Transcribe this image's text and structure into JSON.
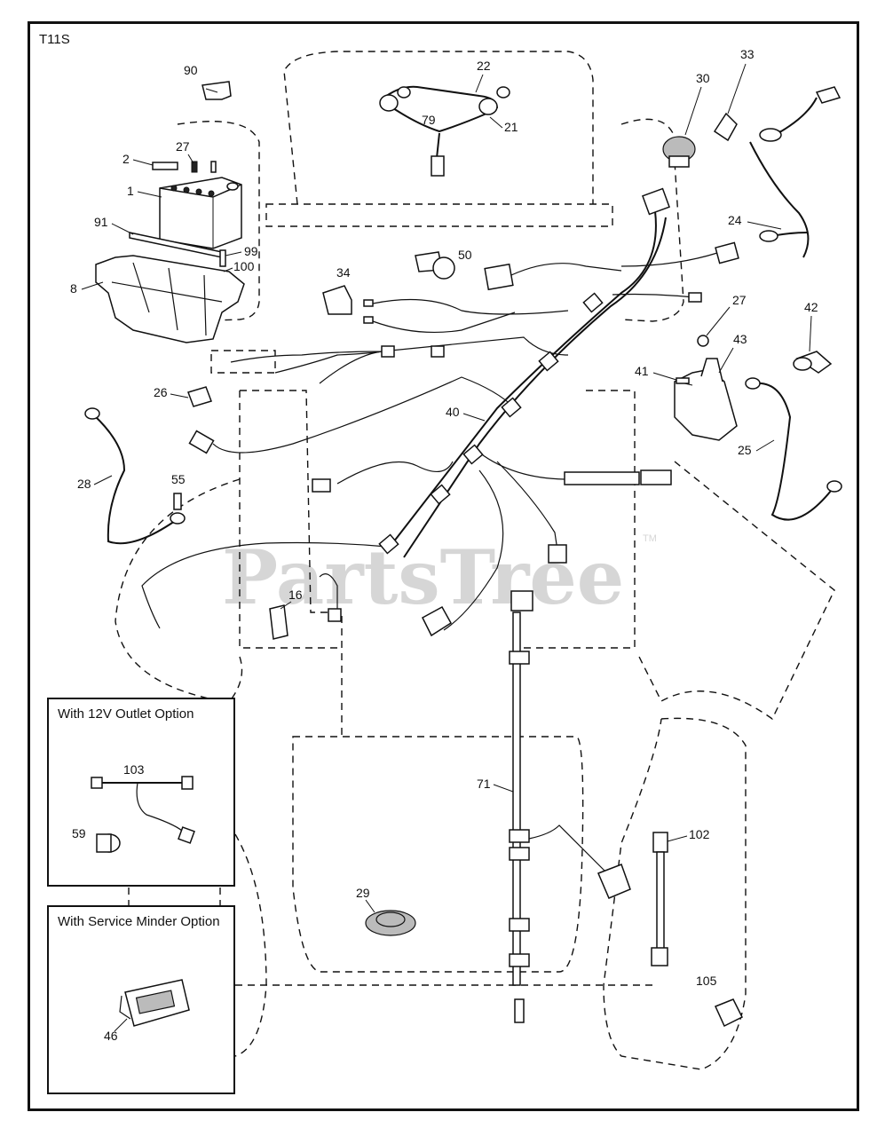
{
  "sheet_id": "T11S",
  "watermark": "PartsTree",
  "watermark_mark": "TM",
  "callouts": [
    "90",
    "2",
    "27",
    "1",
    "91",
    "99",
    "100",
    "8",
    "22",
    "79",
    "21",
    "30",
    "33",
    "24",
    "34",
    "50",
    "27",
    "42",
    "43",
    "41",
    "25",
    "26",
    "40",
    "28",
    "55",
    "16",
    "71",
    "102",
    "29",
    "105"
  ],
  "options": [
    {
      "title": "With 12V Outlet Option",
      "callouts": [
        "103",
        "59"
      ]
    },
    {
      "title": "With Service Minder Option",
      "callouts": [
        "46"
      ]
    }
  ]
}
